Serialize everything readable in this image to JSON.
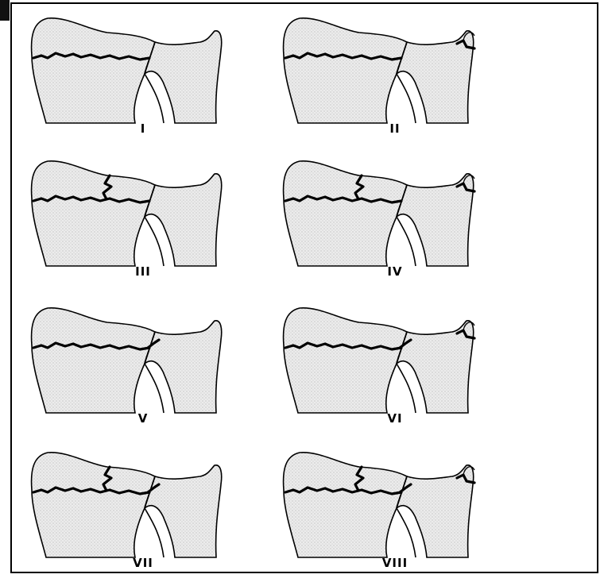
{
  "figure": {
    "panels": [
      {
        "label": "I",
        "ulnar_styloid_fracture": false,
        "radial_intra_articular": false,
        "radioulnar_joint": false
      },
      {
        "label": "II",
        "ulnar_styloid_fracture": true,
        "radial_intra_articular": false,
        "radioulnar_joint": false
      },
      {
        "label": "III",
        "ulnar_styloid_fracture": false,
        "radial_intra_articular": true,
        "radioulnar_joint": false
      },
      {
        "label": "IV",
        "ulnar_styloid_fracture": true,
        "radial_intra_articular": true,
        "radioulnar_joint": false
      },
      {
        "label": "V",
        "ulnar_styloid_fracture": false,
        "radial_intra_articular": false,
        "radioulnar_joint": true
      },
      {
        "label": "VI",
        "ulnar_styloid_fracture": true,
        "radial_intra_articular": false,
        "radioulnar_joint": true
      },
      {
        "label": "VII",
        "ulnar_styloid_fracture": false,
        "radial_intra_articular": true,
        "radioulnar_joint": true
      },
      {
        "label": "VIII",
        "ulnar_styloid_fracture": true,
        "radial_intra_articular": true,
        "radioulnar_joint": true
      }
    ]
  }
}
